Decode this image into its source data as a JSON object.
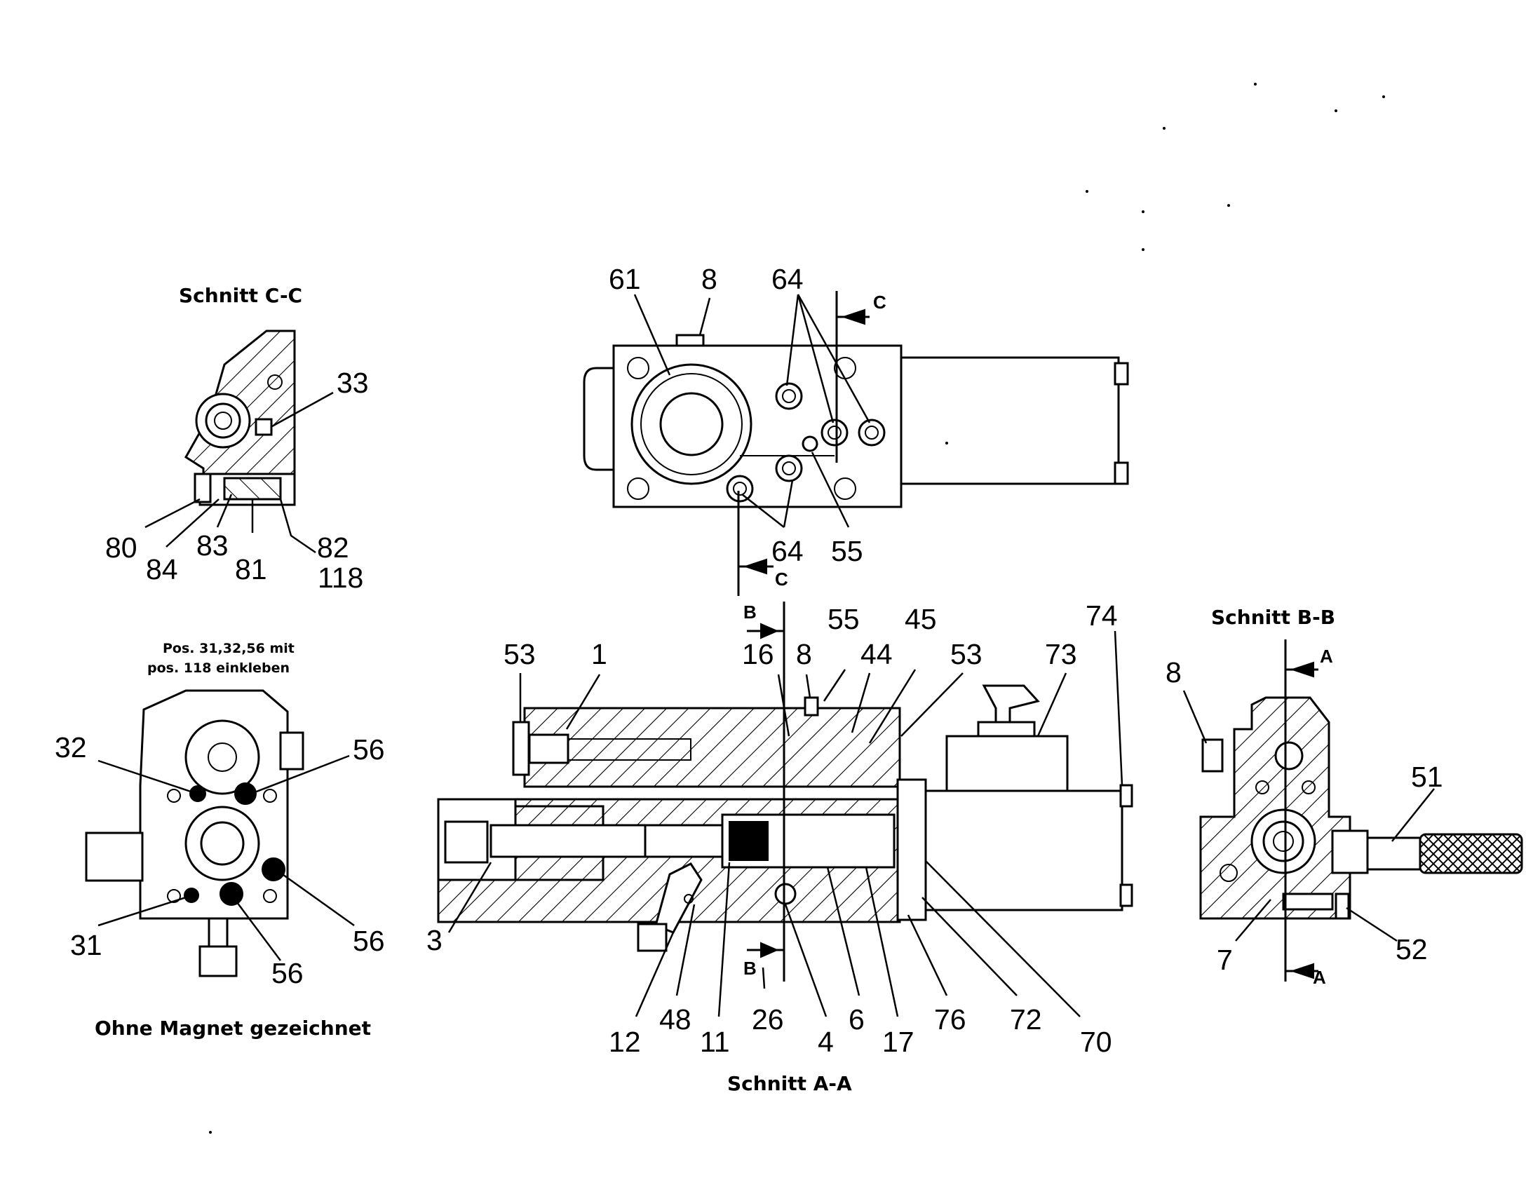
{
  "views": {
    "section_cc": {
      "title": "Schnitt C-C",
      "labels": [
        "33",
        "80",
        "84",
        "83",
        "81",
        "82",
        "118"
      ]
    },
    "section_aa": {
      "title": "Schnitt A-A",
      "labels": [
        "53",
        "1",
        "16",
        "8",
        "55",
        "44",
        "45",
        "53",
        "73",
        "74",
        "3",
        "12",
        "48",
        "11",
        "26",
        "4",
        "6",
        "17",
        "76",
        "72",
        "70"
      ]
    },
    "section_bb": {
      "title": "Schnitt B-B",
      "labels": [
        "8",
        "51",
        "7",
        "52"
      ]
    },
    "top_view": {
      "labels": [
        "61",
        "8",
        "64",
        "64",
        "55"
      ]
    },
    "front_view": {
      "note_line1": "Pos. 31,32,56 mit",
      "note_line2": "pos. 118 einkleben",
      "caption": "Ohne Magnet gezeichnet",
      "labels": [
        "32",
        "56",
        "31",
        "56",
        "56"
      ]
    }
  },
  "section_marks": {
    "a": "A",
    "b": "B",
    "c": "C"
  }
}
